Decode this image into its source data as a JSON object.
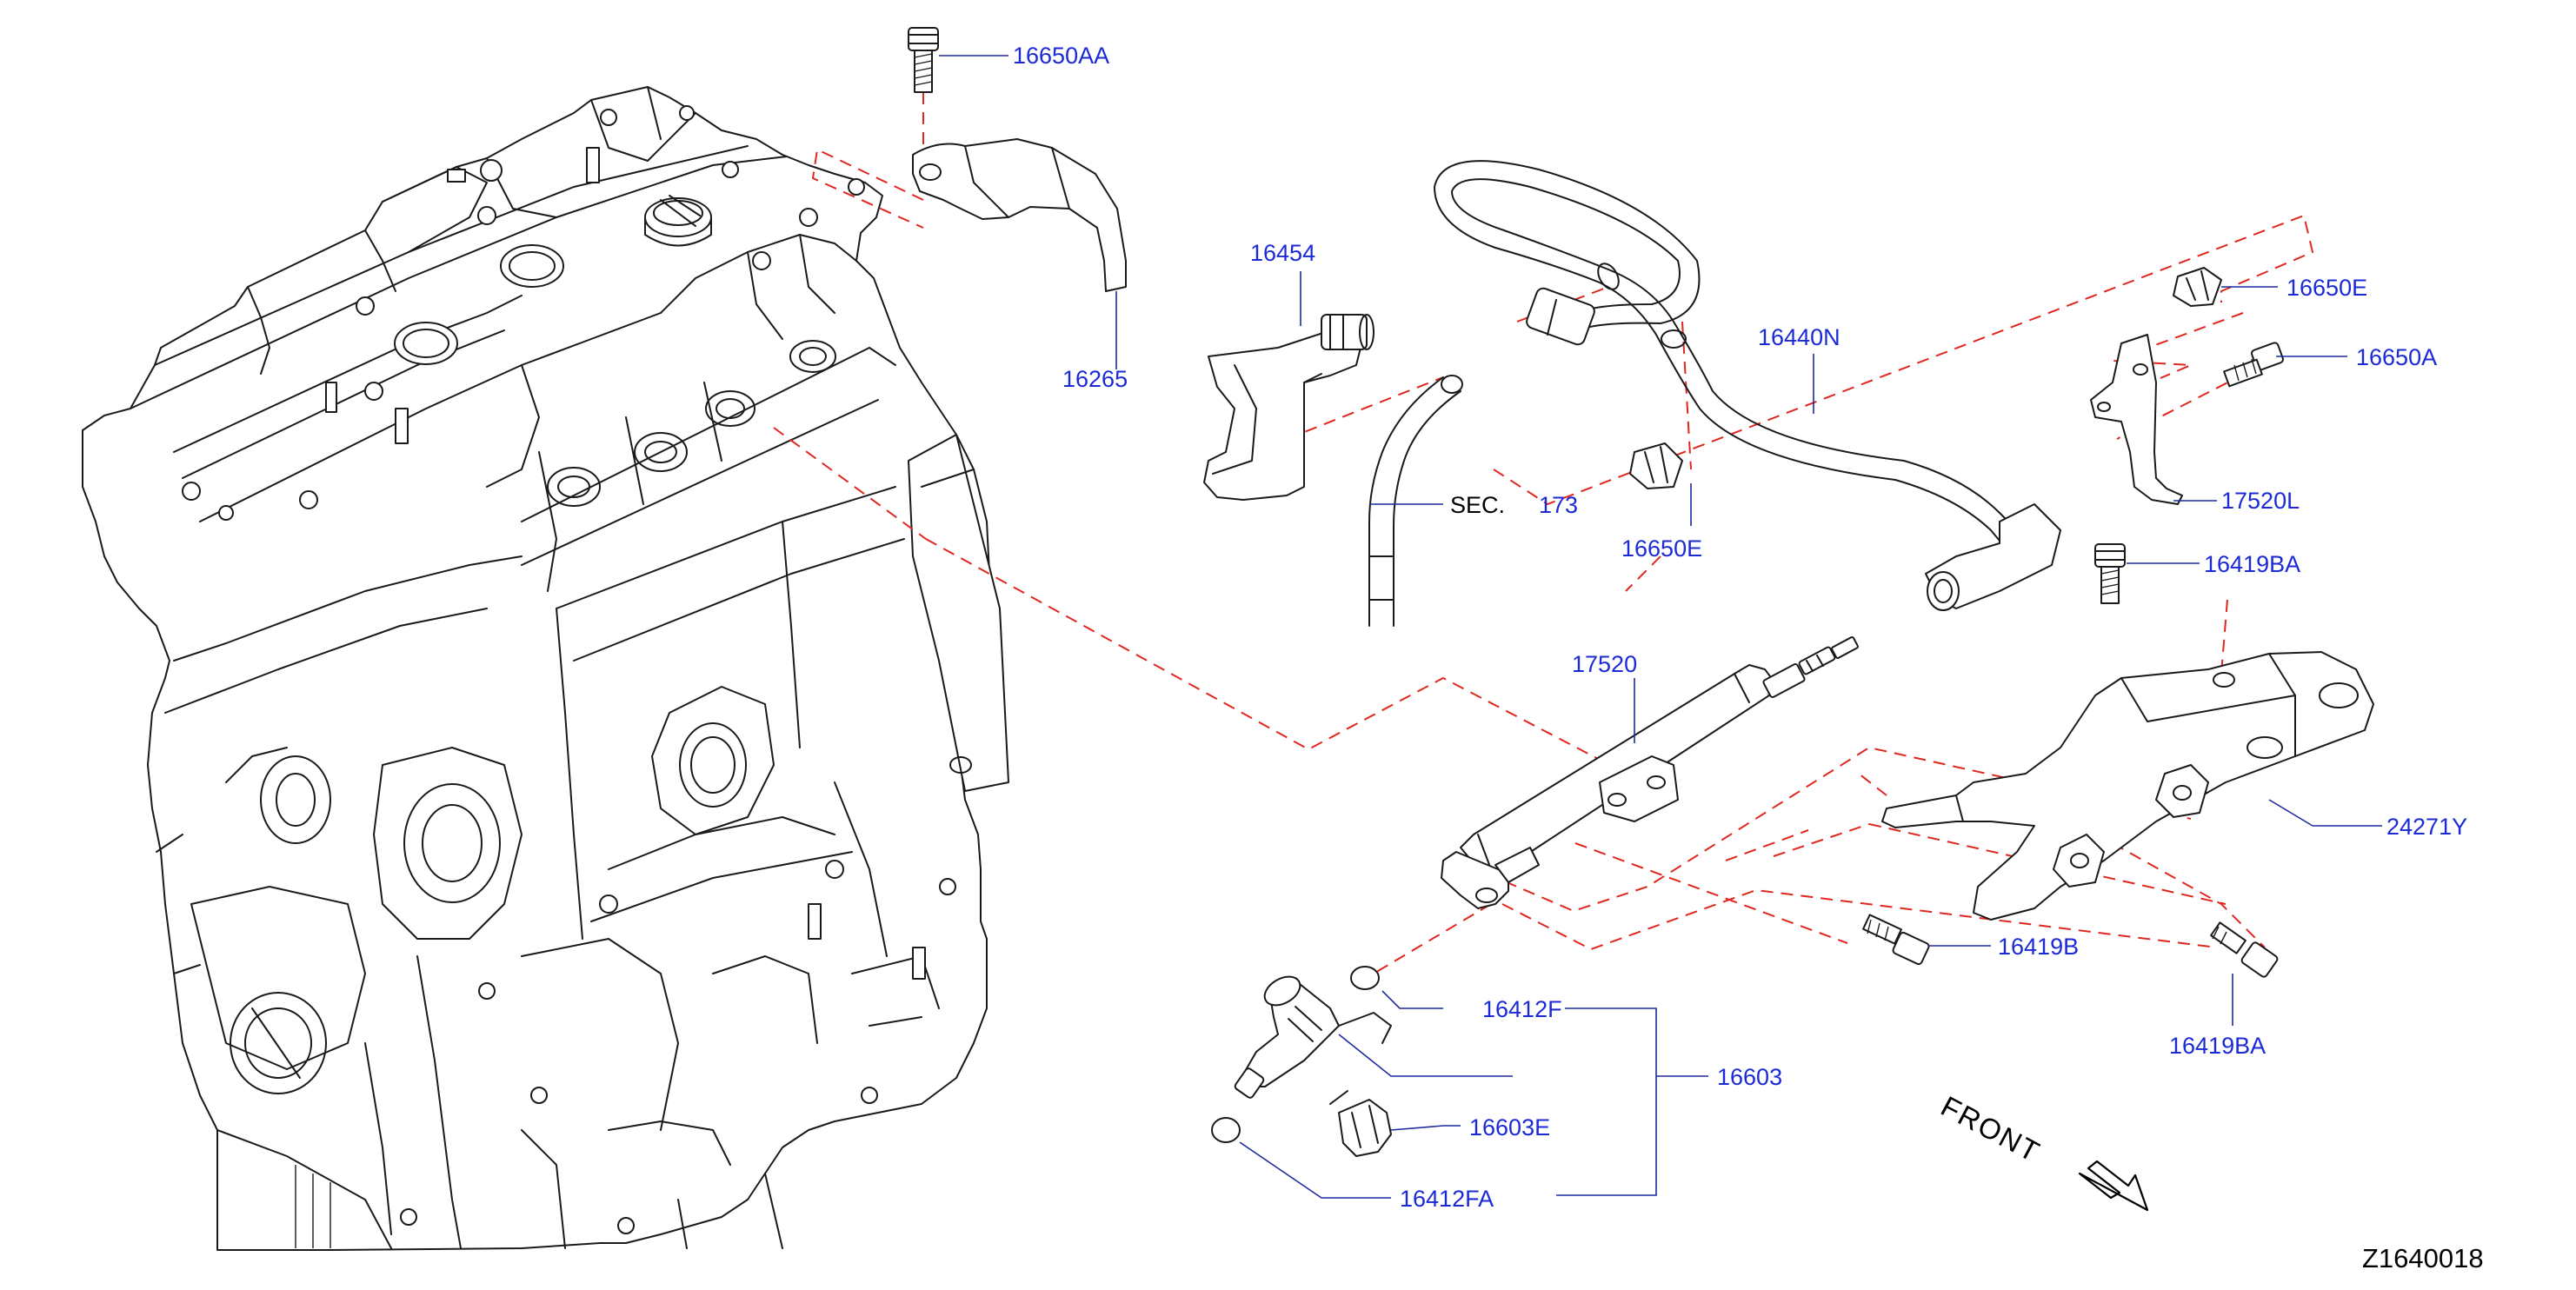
{
  "diagram": {
    "code": "Z1640018",
    "front_label": "FRONT",
    "label_color": "#1b2ad6",
    "leader_color": "#1b2a9e",
    "dash_color": "#e0271f"
  },
  "parts": {
    "p16650AA": "16650AA",
    "p16265": "16265",
    "p16454": "16454",
    "sec_prefix": "SEC.",
    "sec_number": "173",
    "p16440N": "16440N",
    "p16650E_top": "16650E",
    "p16650E_mid": "16650E",
    "p16650A": "16650A",
    "p17520L": "17520L",
    "p16419BA_top": "16419BA",
    "p17520": "17520",
    "p24271Y": "24271Y",
    "p16419B": "16419B",
    "p16419BA_bottom": "16419BA",
    "p16412F": "16412F",
    "p16603": "16603",
    "p16603E": "16603E",
    "p16412FA": "16412FA"
  }
}
